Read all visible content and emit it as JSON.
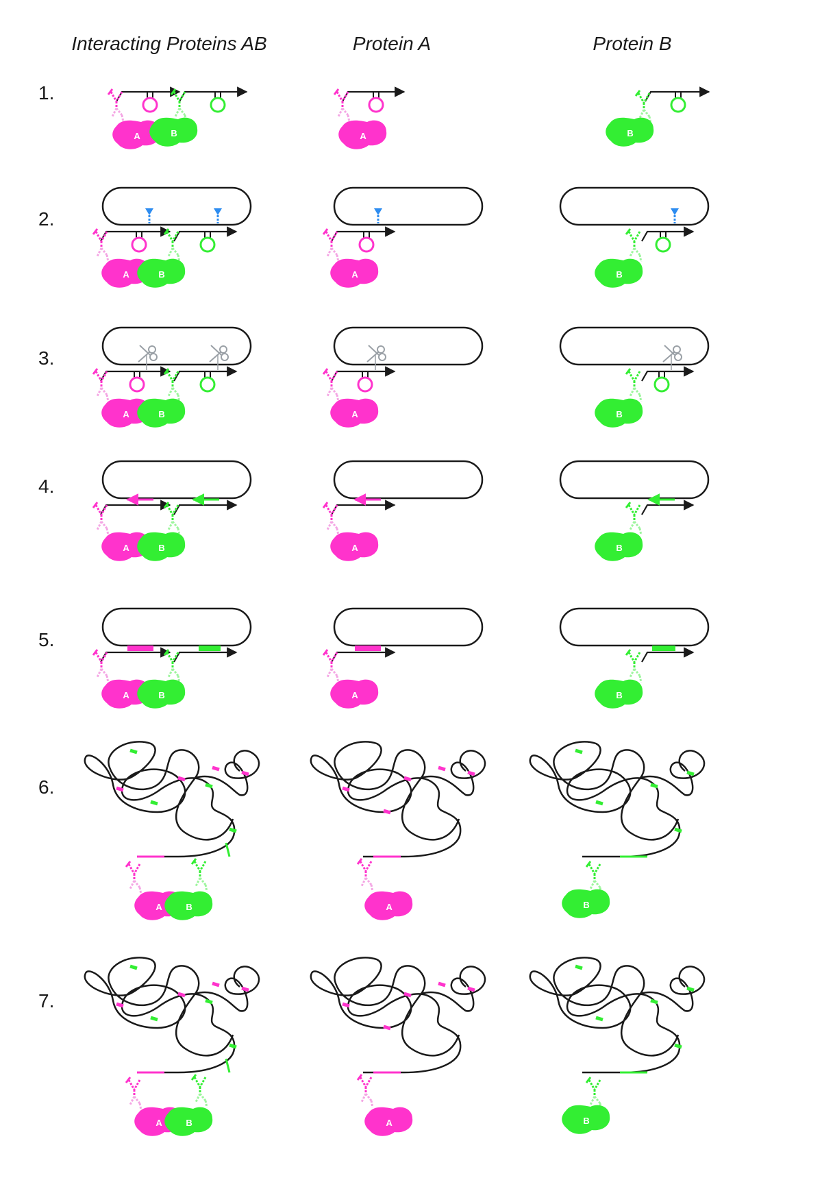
{
  "columns": [
    {
      "id": "ab",
      "header": "Interacting Proteins AB"
    },
    {
      "id": "a",
      "header": "Protein A"
    },
    {
      "id": "b",
      "header": "Protein B"
    }
  ],
  "steps": [
    "1.",
    "2.",
    "3.",
    "4.",
    "5.",
    "6.",
    "7."
  ],
  "protein_labels": {
    "a": "A",
    "b": "B"
  },
  "colors": {
    "protein_a": "#ff33cc",
    "protein_a_light": "#f4a6e4",
    "protein_b": "#33ee33",
    "protein_b_light": "#9df59d",
    "dna": "#1a1a1a",
    "cut_site_marker": "#2d8cf0",
    "scissors": "#9aa0a6"
  },
  "icons": [
    "antibody-icon",
    "hairpin-adapter-icon",
    "cut-site-marker-icon",
    "scissors-icon",
    "arrow-icon"
  ]
}
